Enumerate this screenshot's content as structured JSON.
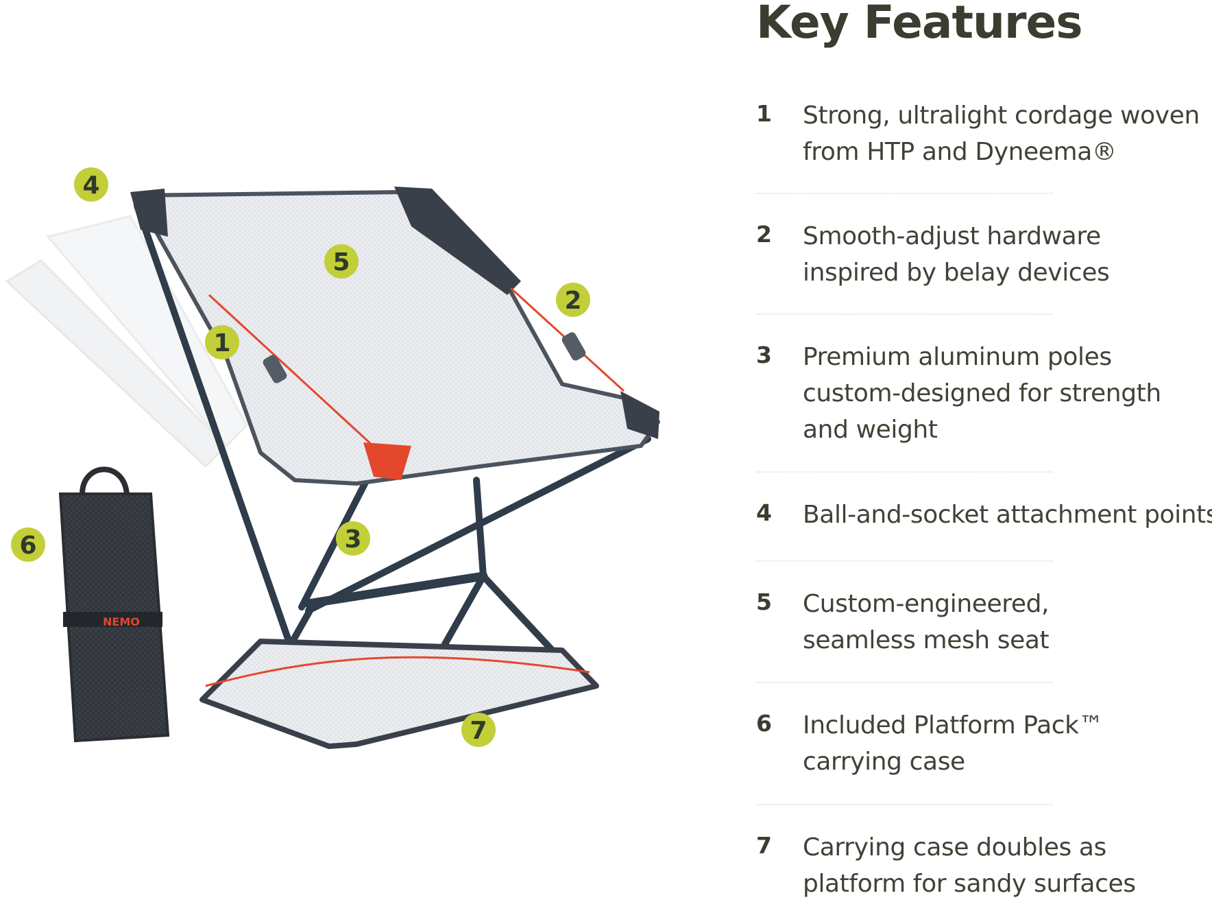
{
  "title": "Key Features",
  "markers": [
    "1",
    "2",
    "3",
    "4",
    "5",
    "6",
    "7"
  ],
  "bag_logo": "NEMO",
  "features": [
    {
      "number": "1",
      "lines": [
        "Strong, ultralight cordage woven",
        "from HTP and Dyneema®"
      ]
    },
    {
      "number": "2",
      "lines": [
        "Smooth-adjust hardware",
        "inspired by belay devices"
      ]
    },
    {
      "number": "3",
      "lines": [
        "Premium aluminum poles",
        "custom-designed for strength",
        "and weight"
      ]
    },
    {
      "number": "4",
      "lines": [
        "Ball-and-socket attachment points"
      ]
    },
    {
      "number": "5",
      "lines": [
        "Custom-engineered,",
        "seamless mesh seat"
      ]
    },
    {
      "number": "6",
      "lines": [
        "Included Platform Pack™",
        "carrying case"
      ]
    },
    {
      "number": "7",
      "lines": [
        "Carrying case doubles as",
        "platform for sandy surfaces"
      ]
    }
  ],
  "colors": {
    "marker": "#c2cf38",
    "frame": "#2f3c4a",
    "accent": "#e3472c",
    "mesh": "#e9ebee",
    "text": "#3f4236"
  }
}
